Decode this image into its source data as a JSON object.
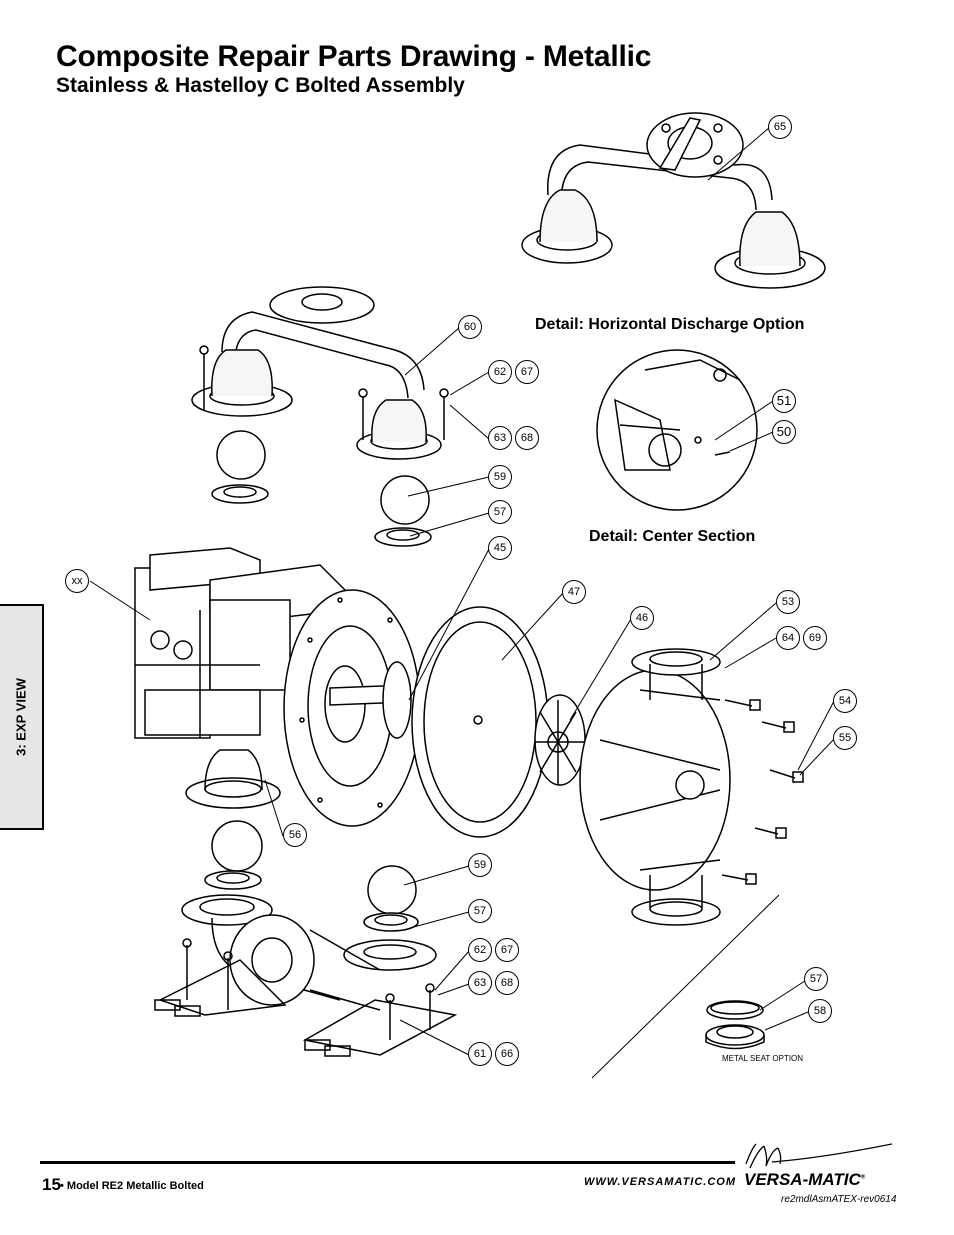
{
  "page": {
    "title": "Composite Repair Parts Drawing - Metallic",
    "subtitle": "Stainless & Hastelloy C Bolted Assembly",
    "side_tab": "3: EXP VIEW"
  },
  "details": {
    "horizontal_discharge": "Detail: Horizontal Discharge Option",
    "center_section": "Detail: Center Section",
    "metal_seat": "METAL SEAT OPTION"
  },
  "callouts": {
    "c65": "65",
    "c60": "60",
    "c62a": "62",
    "c67a": "67",
    "c63a": "63",
    "c68a": "68",
    "c59a": "59",
    "c57a": "57",
    "c45": "45",
    "c51": "51",
    "c50": "50",
    "cxx": "xx",
    "c47": "47",
    "c46": "46",
    "c53": "53",
    "c64": "64",
    "c69": "69",
    "c54": "54",
    "c55": "55",
    "c56": "56",
    "c59b": "59",
    "c57b": "57",
    "c62b": "62",
    "c67b": "67",
    "c63b": "63",
    "c68b": "68",
    "c61": "61",
    "c66": "66",
    "c57c": "57",
    "c58": "58"
  },
  "footer": {
    "page_number": "15",
    "model": "• Model RE2 Metallic Bolted",
    "website": "WWW.VERSAMATIC.COM",
    "brand": "VERSA-MATIC",
    "registered": "®",
    "doc_code": "re2mdlAsmATEX-rev0614"
  }
}
